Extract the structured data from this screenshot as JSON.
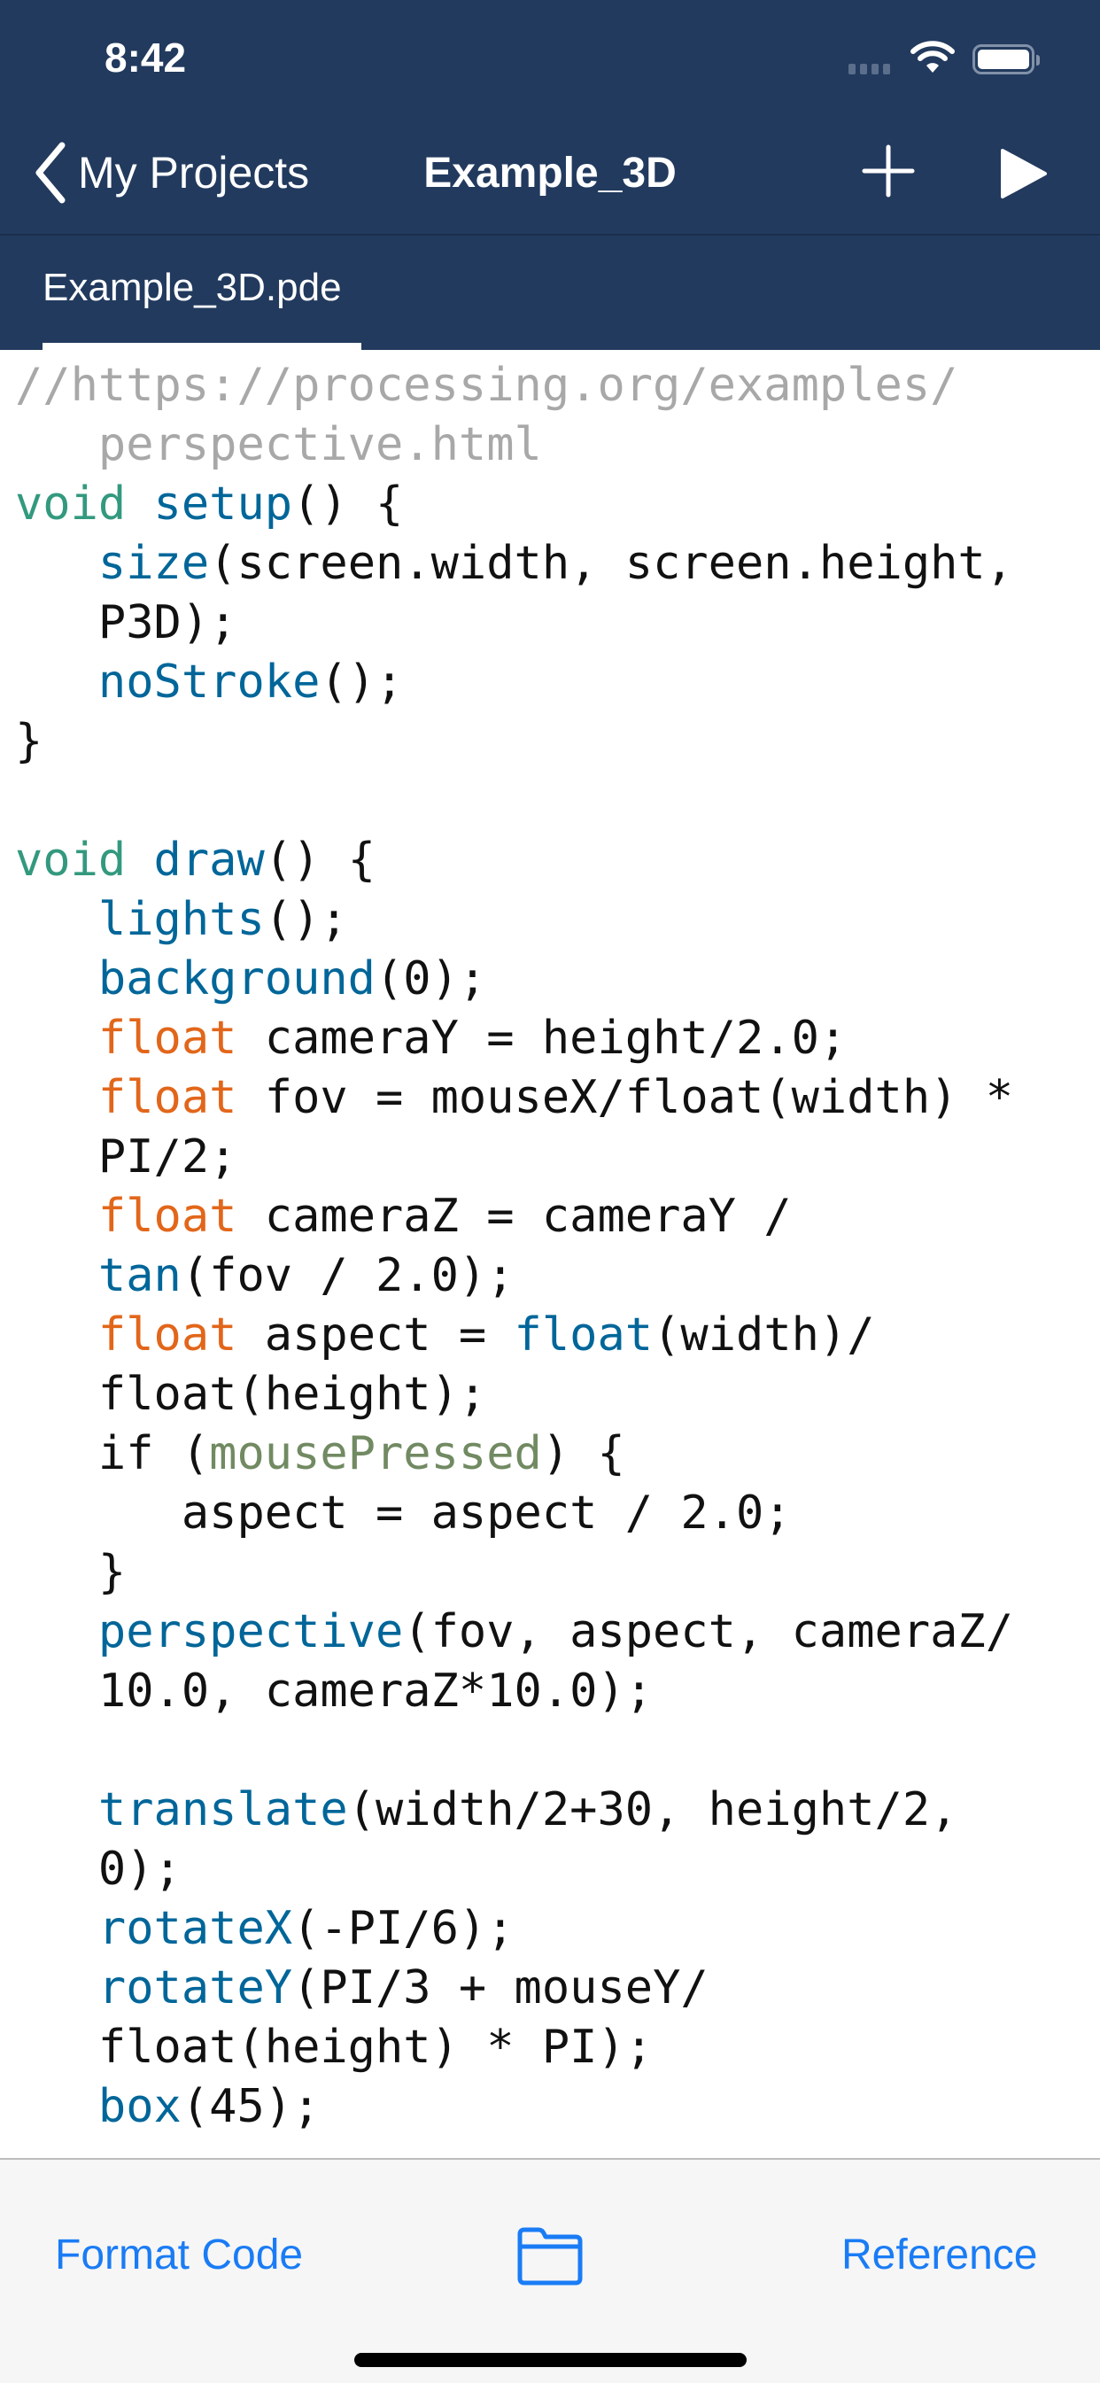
{
  "status_bar": {
    "time": "8:42"
  },
  "nav": {
    "back_label": "My Projects",
    "title": "Example_3D"
  },
  "tabs": [
    {
      "label": "Example_3D.pde",
      "active": true
    }
  ],
  "colors": {
    "nav_bg": "#223a5e",
    "accent": "#1a7cf5",
    "comment": "#a8a8a8",
    "keyword": "#33997e",
    "function": "#006699",
    "type": "#e2661a",
    "variable": "#718a62"
  },
  "code_lines": [
    [
      {
        "t": "//https://processing.org/examples/",
        "c": "comment"
      }
    ],
    [
      {
        "t": "   perspective.html",
        "c": "comment"
      }
    ],
    [
      {
        "t": "void",
        "c": "kw"
      },
      {
        "t": " "
      },
      {
        "t": "setup",
        "c": "fn"
      },
      {
        "t": "() {"
      }
    ],
    [
      {
        "t": "   "
      },
      {
        "t": "size",
        "c": "fn"
      },
      {
        "t": "(screen.width, screen.height,"
      }
    ],
    [
      {
        "t": "   P3D);"
      }
    ],
    [
      {
        "t": "   "
      },
      {
        "t": "noStroke",
        "c": "fn"
      },
      {
        "t": "();"
      }
    ],
    [
      {
        "t": "}"
      }
    ],
    [],
    [
      {
        "t": "void",
        "c": "kw"
      },
      {
        "t": " "
      },
      {
        "t": "draw",
        "c": "fn"
      },
      {
        "t": "() {"
      }
    ],
    [
      {
        "t": "   "
      },
      {
        "t": "lights",
        "c": "fn"
      },
      {
        "t": "();"
      }
    ],
    [
      {
        "t": "   "
      },
      {
        "t": "background",
        "c": "fn"
      },
      {
        "t": "(0);"
      }
    ],
    [
      {
        "t": "   "
      },
      {
        "t": "float",
        "c": "type"
      },
      {
        "t": " cameraY = height/2.0;"
      }
    ],
    [
      {
        "t": "   "
      },
      {
        "t": "float",
        "c": "type"
      },
      {
        "t": " fov = mouseX/float(width) *"
      }
    ],
    [
      {
        "t": "   PI/2;"
      }
    ],
    [
      {
        "t": "   "
      },
      {
        "t": "float",
        "c": "type"
      },
      {
        "t": " cameraZ = cameraY /"
      }
    ],
    [
      {
        "t": "   "
      },
      {
        "t": "tan",
        "c": "fn"
      },
      {
        "t": "(fov / 2.0);"
      }
    ],
    [
      {
        "t": "   "
      },
      {
        "t": "float",
        "c": "type"
      },
      {
        "t": " aspect = "
      },
      {
        "t": "float",
        "c": "fn"
      },
      {
        "t": "(width)/"
      }
    ],
    [
      {
        "t": "   float(height);"
      }
    ],
    [
      {
        "t": "   if ("
      },
      {
        "t": "mousePressed",
        "c": "var"
      },
      {
        "t": ") {"
      }
    ],
    [
      {
        "t": "      aspect = aspect / 2.0;"
      }
    ],
    [
      {
        "t": "   }"
      }
    ],
    [
      {
        "t": "   "
      },
      {
        "t": "perspective",
        "c": "fn"
      },
      {
        "t": "(fov, aspect, cameraZ/"
      }
    ],
    [
      {
        "t": "   10.0, cameraZ*10.0);"
      }
    ],
    [],
    [
      {
        "t": "   "
      },
      {
        "t": "translate",
        "c": "fn"
      },
      {
        "t": "(width/2+30, height/2,"
      }
    ],
    [
      {
        "t": "   0);"
      }
    ],
    [
      {
        "t": "   "
      },
      {
        "t": "rotateX",
        "c": "fn"
      },
      {
        "t": "(-PI/6);"
      }
    ],
    [
      {
        "t": "   "
      },
      {
        "t": "rotateY",
        "c": "fn"
      },
      {
        "t": "(PI/3 + mouseY/"
      }
    ],
    [
      {
        "t": "   float(height) * PI);"
      }
    ],
    [
      {
        "t": "   "
      },
      {
        "t": "box",
        "c": "fn"
      },
      {
        "t": "(45);"
      }
    ]
  ],
  "toolbar": {
    "format_label": "Format Code",
    "folder_icon": "folder-icon",
    "reference_label": "Reference"
  }
}
